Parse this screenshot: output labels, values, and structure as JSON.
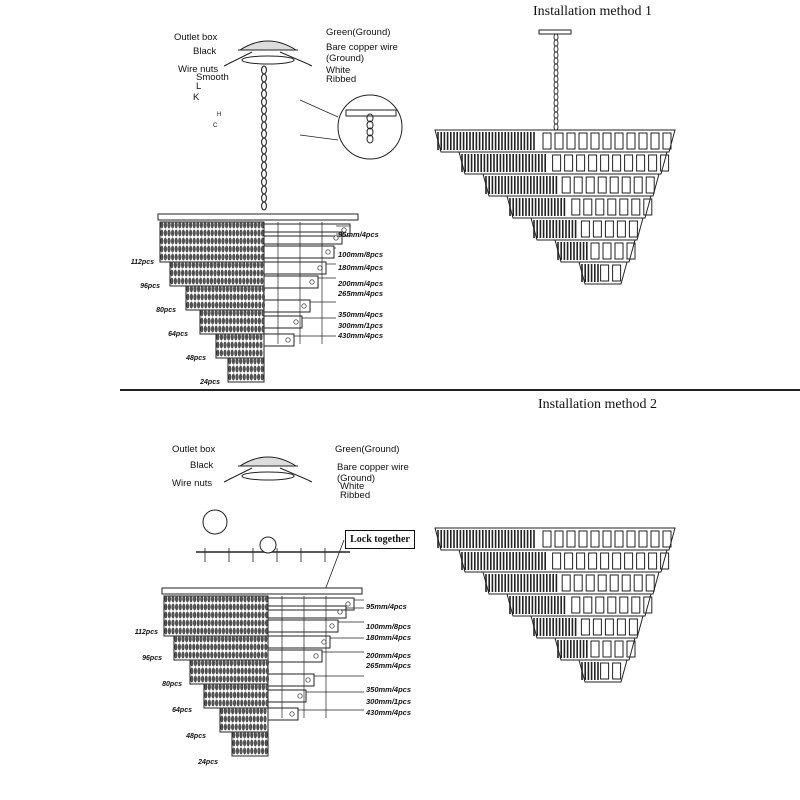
{
  "methods": [
    {
      "title": "Installation method 1",
      "wiring_labels": {
        "outlet_box": "Outlet box",
        "black": "Black",
        "wire_nuts": "Wire nuts",
        "smooth": "Smooth",
        "green_ground": "Green(Ground)",
        "bare_copper": "Bare copper wire",
        "ground": "(Ground)",
        "white": "White",
        "ribbed": "Ribbed"
      },
      "part_letters": [
        "L",
        "K",
        "H",
        "C"
      ]
    },
    {
      "title": "Installation method 2",
      "wiring_labels": {
        "outlet_box": "Outlet box",
        "black": "Black",
        "wire_nuts": "Wire nuts",
        "green_ground": "Green(Ground)",
        "bare_copper": "Bare copper wire",
        "ground": "(Ground)",
        "white": "White",
        "ribbed": "Ribbed"
      },
      "lock_label": "Lock together"
    }
  ],
  "specs": [
    "95mm/4pcs",
    "100mm/8pcs",
    "180mm/4pcs",
    "200mm/4pcs",
    "265mm/4pcs",
    "350mm/4pcs",
    "300mm/1pcs",
    "430mm/4pcs"
  ],
  "tier_counts": [
    "112pcs",
    "96pcs",
    "80pcs",
    "64pcs",
    "48pcs",
    "24pcs"
  ]
}
